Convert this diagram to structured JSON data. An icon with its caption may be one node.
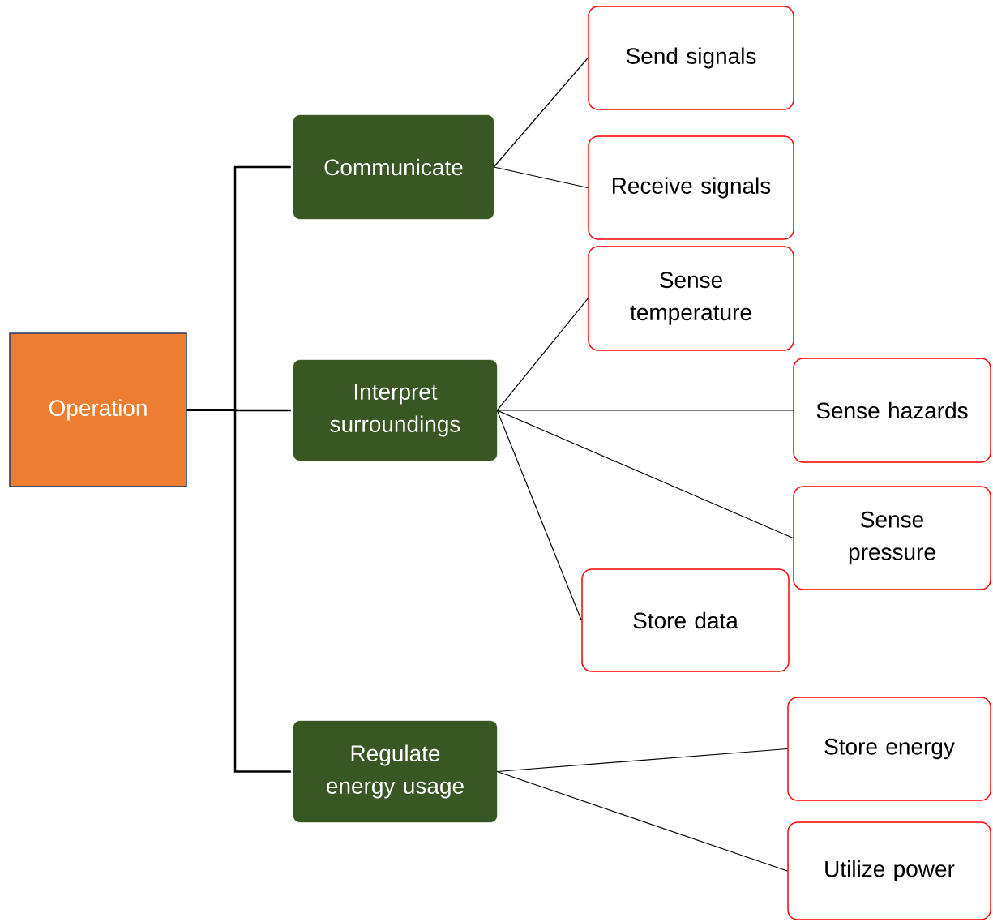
{
  "diagram": {
    "nodes": [
      {
        "text": [
          "Operation"
        ]
      },
      {
        "text": [
          "Communicate"
        ]
      },
      {
        "text": [
          "Interpret surroundings"
        ]
      },
      {
        "text": [
          "Regulate energy usage"
        ]
      },
      {
        "text": [
          "Send signals"
        ]
      },
      {
        "text": [
          "Receive signals"
        ]
      },
      {
        "text": [
          "Sense temperature"
        ]
      },
      {
        "text": [
          "Sense hazards"
        ]
      },
      {
        "text": [
          "Sense pressure"
        ]
      },
      {
        "text": [
          "Store data"
        ]
      },
      {
        "text": [
          "Store energy"
        ]
      },
      {
        "text": [
          "Utilize power"
        ]
      }
    ],
    "edges": [
      {
        "from": 0,
        "to": 1,
        "arrow": "none"
      },
      {
        "from": 0,
        "to": 2,
        "arrow": "none"
      },
      {
        "from": 0,
        "to": 3,
        "arrow": "none"
      },
      {
        "from": 1,
        "to": 4,
        "arrow": "none"
      },
      {
        "from": 1,
        "to": 5,
        "arrow": "none"
      },
      {
        "from": 2,
        "to": 6,
        "arrow": "none"
      },
      {
        "from": 2,
        "to": 7,
        "arrow": "none"
      },
      {
        "from": 2,
        "to": 8,
        "arrow": "none"
      },
      {
        "from": 2,
        "to": 9,
        "arrow": "none"
      },
      {
        "from": 3,
        "to": 10,
        "arrow": "none"
      },
      {
        "from": 3,
        "to": 11,
        "arrow": "none"
      }
    ]
  }
}
